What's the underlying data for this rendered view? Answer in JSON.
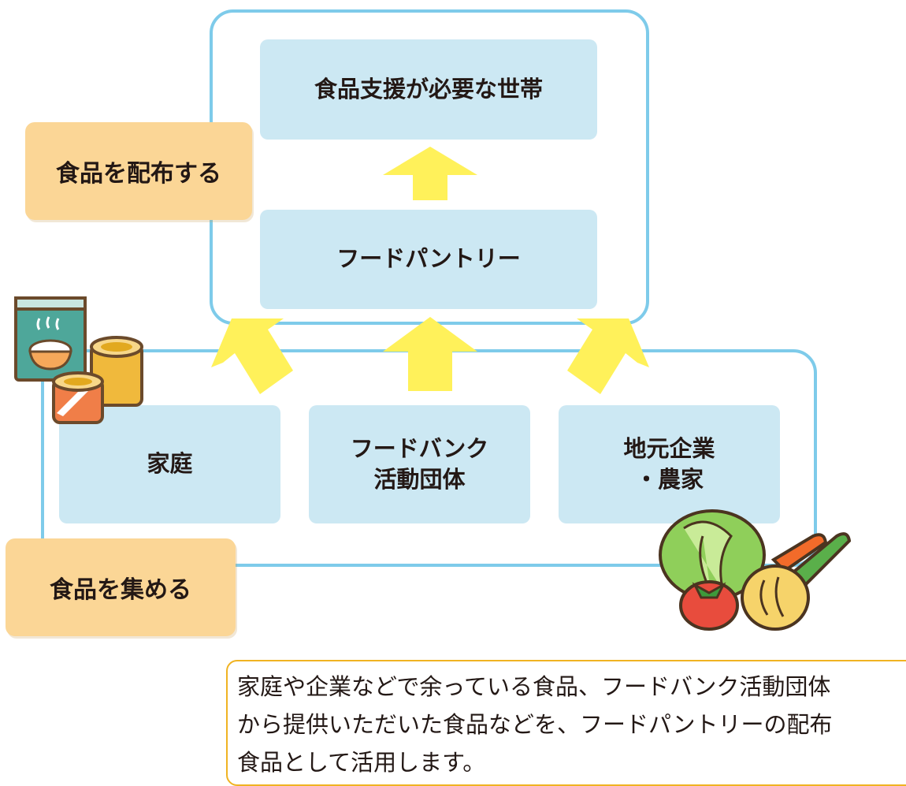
{
  "distribute_group": {
    "label": "食品を配布する",
    "recipient": "食品支援が必要な世帯",
    "pantry": "フードパントリー"
  },
  "collect_group": {
    "label": "食品を集める",
    "sources": [
      {
        "text": "家庭"
      },
      {
        "text": "フードバンク\n活動団体"
      },
      {
        "text": "地元企業\n・農家"
      }
    ]
  },
  "note": {
    "lines": [
      "家庭や企業などで余っている食品、フードバンク活動団体",
      "から提供いただいた食品などを、フードパントリーの配布",
      "食品として活用します。"
    ]
  },
  "colors": {
    "frame": "#7ecbea",
    "box": "#cce8f3",
    "label": "#fbd696",
    "arrow": "#fff15a",
    "note_border": "#f0b322"
  },
  "icons": [
    "food-cans-icon",
    "vegetables-icon"
  ]
}
